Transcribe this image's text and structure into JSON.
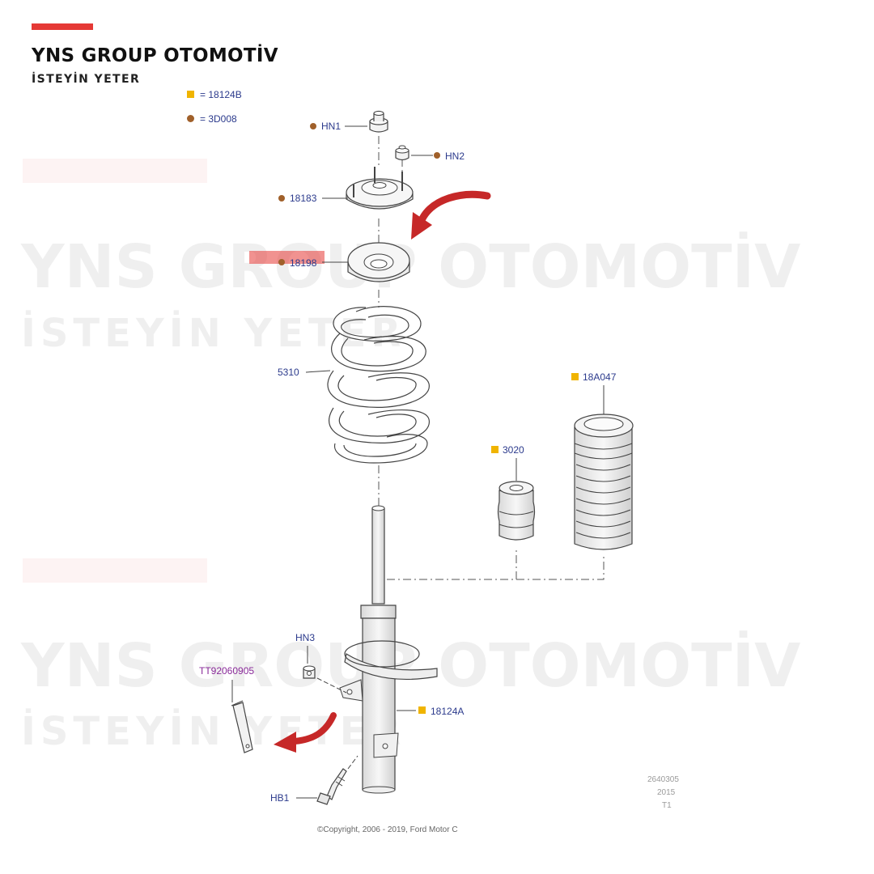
{
  "brand": {
    "name": "YNS GROUP OTOMOTİV",
    "slogan": "İSTEYİN YETER",
    "accent_color": "#e53935"
  },
  "legend": [
    {
      "symbol": "orange-square",
      "label": "= 18124B"
    },
    {
      "symbol": "brown-dot",
      "label": "= 3D008"
    }
  ],
  "parts": {
    "hn1": "HN1",
    "hn2": "HN2",
    "p18183": "18183",
    "p18198": "18198",
    "p5310": "5310",
    "p18a047": "18A047",
    "p3020": "3020",
    "hn3": "HN3",
    "tt": "TT92060905",
    "p18124a": "18124A",
    "hb1": "HB1"
  },
  "watermark": {
    "line1": "YNS GROUP OTOMOTİV",
    "line2": "İSTEYİN YETER"
  },
  "copyright": "©Copyright, 2006 - 2019, Ford Motor C",
  "diagram_codes": [
    "2640305",
    "2015",
    "T1"
  ],
  "colors": {
    "label_text": "#2b3a8c",
    "tt_label": "#8a2a9a",
    "orange_marker": "#f0b400",
    "brown_marker": "#a0602a",
    "arrow_red": "#c62828",
    "line": "#444444"
  }
}
